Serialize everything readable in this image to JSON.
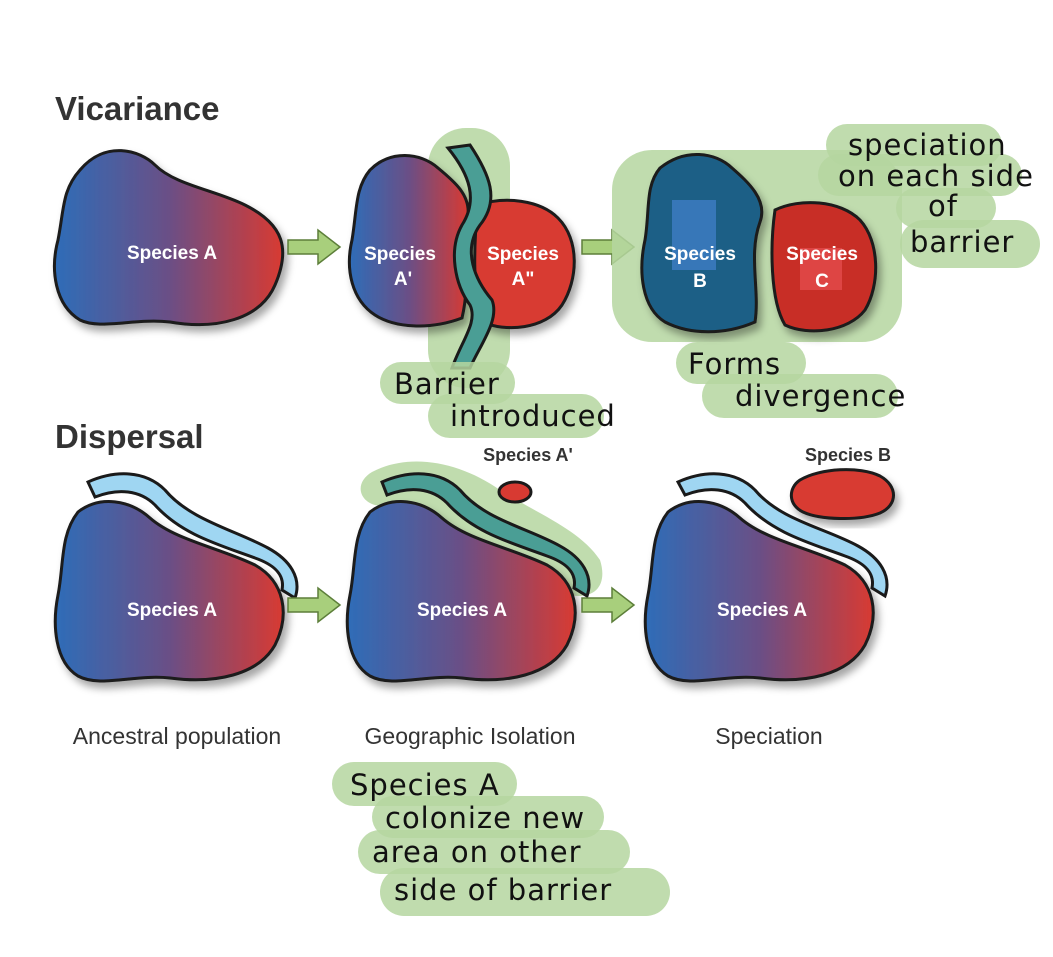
{
  "sections": {
    "vicariance": "Vicariance",
    "dispersal": "Dispersal"
  },
  "vicariance": {
    "stage1_label": "Species A",
    "stage2_left_line1": "Species",
    "stage2_left_line2": "A'",
    "stage2_right_line1": "Species",
    "stage2_right_line2": "A\"",
    "stage3_left_line1": "Species",
    "stage3_left_line2": "B",
    "stage3_right_line1": "Species",
    "stage3_right_line2": "C"
  },
  "dispersal": {
    "stage1_label": "Species A",
    "stage2_label": "Species A",
    "stage2_colonist": "Species A'",
    "stage3_label": "Species A",
    "stage3_new": "Species B"
  },
  "captions": {
    "stage1": "Ancestral population",
    "stage2": "Geographic Isolation",
    "stage3": "Speciation"
  },
  "notes": {
    "barrier": [
      "Barrier",
      "introduced"
    ],
    "divergence": [
      "Forms",
      "divergence"
    ],
    "speciation": [
      "speciation",
      "on each side",
      "of",
      "barrier"
    ],
    "colonize": [
      "Species A",
      "colonize new",
      "area on other",
      "side of barrier"
    ]
  },
  "colors": {
    "blue": "#2e6db8",
    "red": "#d83a32",
    "river": "#9fd6f2",
    "barrier": "#4a9e95",
    "highlight": "#b5d6a0",
    "arrow": "#a8cf7c"
  }
}
